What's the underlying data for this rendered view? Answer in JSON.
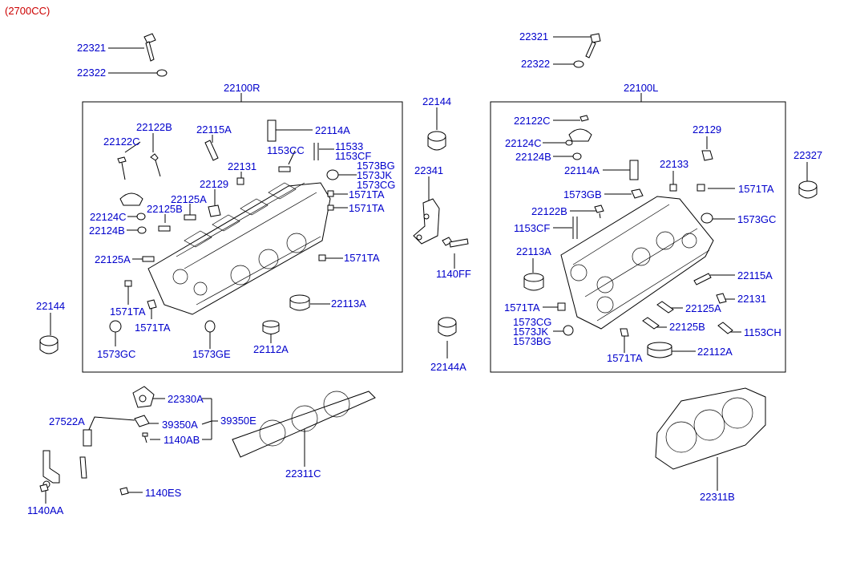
{
  "colors": {
    "callout": "#0000cc",
    "header": "#cc0000",
    "line": "#000000",
    "paper": "#ffffff"
  },
  "header": "(2700CC)",
  "labels": {
    "p22321_l": "22321",
    "p22322_l": "22322",
    "p22321_r": "22321",
    "p22322_r": "22322",
    "p22100R": "22100R",
    "p22100L": "22100L",
    "p22144_top": "22144",
    "p22144_left": "22144",
    "p22144A": "22144A",
    "p22341": "22341",
    "p1140FF": "1140FF",
    "p22327": "22327",
    "p22122B": "22122B",
    "p22122C_l": "22122C",
    "p22115A_l": "22115A",
    "p22114A_l": "22114A",
    "p1153CC": "1153CC",
    "p11533": "11533",
    "p1153CF_l": "1153CF",
    "p22131_l": "22131",
    "p1573BG_l": "1573BG",
    "p1573JK_l": "1573JK",
    "p1573CG_l": "1573CG",
    "p22129_l": "22129",
    "p22125A_l1": "22125A",
    "p1571TA_l1": "1571TA",
    "p1571TA_l2": "1571TA",
    "p22124C_l": "22124C",
    "p22125B_l": "22125B",
    "p22124B_l": "22124B",
    "p22125A_l2": "22125A",
    "p1571TA_l3": "1571TA",
    "p1571TA_l4": "1571TA",
    "p1571TA_l5": "1571TA",
    "p22113A_l": "22113A",
    "p1573GC_l": "1573GC",
    "p1573GE": "1573GE",
    "p22112A_l": "22112A",
    "p22122C_r": "22122C",
    "p22124C_r": "22124C",
    "p22124B_r": "22124B",
    "p22129_r": "22129",
    "p22114A_r": "22114A",
    "p22133": "22133",
    "p1573GB": "1573GB",
    "p1571TA_r1": "1571TA",
    "p22122B_r": "22122B",
    "p1573GC_r": "1573GC",
    "p1153CF_r": "1153CF",
    "p22113A_r": "22113A",
    "p22115A_r": "22115A",
    "p1571TA_r2": "1571TA",
    "p22131_r": "22131",
    "p22125A_r": "22125A",
    "p1573CG_r": "1573CG",
    "p1573JK_r": "1573JK",
    "p1573BG_r": "1573BG",
    "p22125B_r": "22125B",
    "p1153CH": "1153CH",
    "p1571TA_r3": "1571TA",
    "p22112A_r": "22112A",
    "p27522A": "27522A",
    "p22330A": "22330A",
    "p39350A": "39350A",
    "p39350E": "39350E",
    "p1140AB": "1140AB",
    "p1140ES": "1140ES",
    "p1140AA": "1140AA",
    "p22311C": "22311C",
    "p22311B": "22311B"
  }
}
